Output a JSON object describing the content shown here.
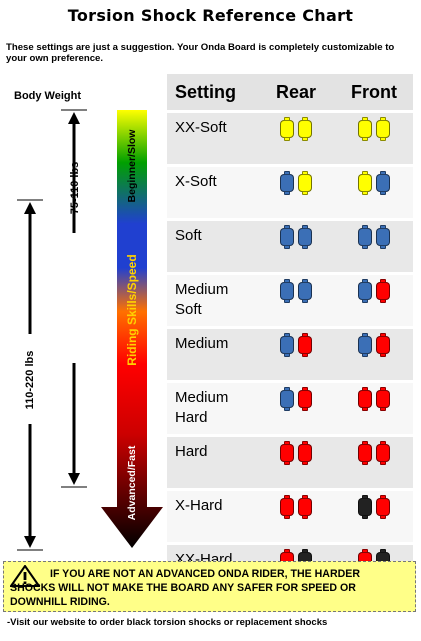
{
  "title": "Torsion Shock Reference Chart",
  "note": "These settings are just a suggestion. Your Onda Board is completely customizable to your own preference.",
  "body_weight_label": "Body Weight",
  "ranges": {
    "upper": "75-110 lbs",
    "lower": "110-220 lbs"
  },
  "gradient_labels": {
    "top": "Beginner/Slow",
    "middle": "Riding Skills/Speed",
    "bottom": "Advanced/Fast"
  },
  "colors": {
    "yellow": "#ffff00",
    "blue": "#3b6fb6",
    "red": "#ff0000",
    "black": "#222222"
  },
  "table": {
    "headers": [
      "Setting",
      "Rear",
      "Front"
    ],
    "rows": [
      {
        "setting": "XX-Soft",
        "rear": [
          "yellow",
          "yellow"
        ],
        "front": [
          "yellow",
          "yellow"
        ]
      },
      {
        "setting": "X-Soft",
        "rear": [
          "blue",
          "yellow"
        ],
        "front": [
          "yellow",
          "blue"
        ]
      },
      {
        "setting": "Soft",
        "rear": [
          "blue",
          "blue"
        ],
        "front": [
          "blue",
          "blue"
        ]
      },
      {
        "setting": "Medium Soft",
        "rear": [
          "blue",
          "blue"
        ],
        "front": [
          "blue",
          "red"
        ]
      },
      {
        "setting": "Medium",
        "rear": [
          "blue",
          "red"
        ],
        "front": [
          "blue",
          "red"
        ]
      },
      {
        "setting": "Medium Hard",
        "rear": [
          "blue",
          "red"
        ],
        "front": [
          "red",
          "red"
        ]
      },
      {
        "setting": "Hard",
        "rear": [
          "red",
          "red"
        ],
        "front": [
          "red",
          "red"
        ]
      },
      {
        "setting": "X-Hard",
        "rear": [
          "red",
          "red"
        ],
        "front": [
          "black",
          "red"
        ]
      },
      {
        "setting": "XX-Hard",
        "rear": [
          "red",
          "black"
        ],
        "front": [
          "red",
          "black"
        ]
      }
    ]
  },
  "warning": {
    "icon": "warning-triangle-icon",
    "text": "IF YOU ARE NOT AN ADVANCED ONDA RIDER, THE HARDER SHOCKS WILL NOT MAKE THE BOARD ANY SAFER FOR SPEED OR DOWNHILL RIDING."
  },
  "footer": "-Visit our website to order black torsion shocks or replacement shocks"
}
